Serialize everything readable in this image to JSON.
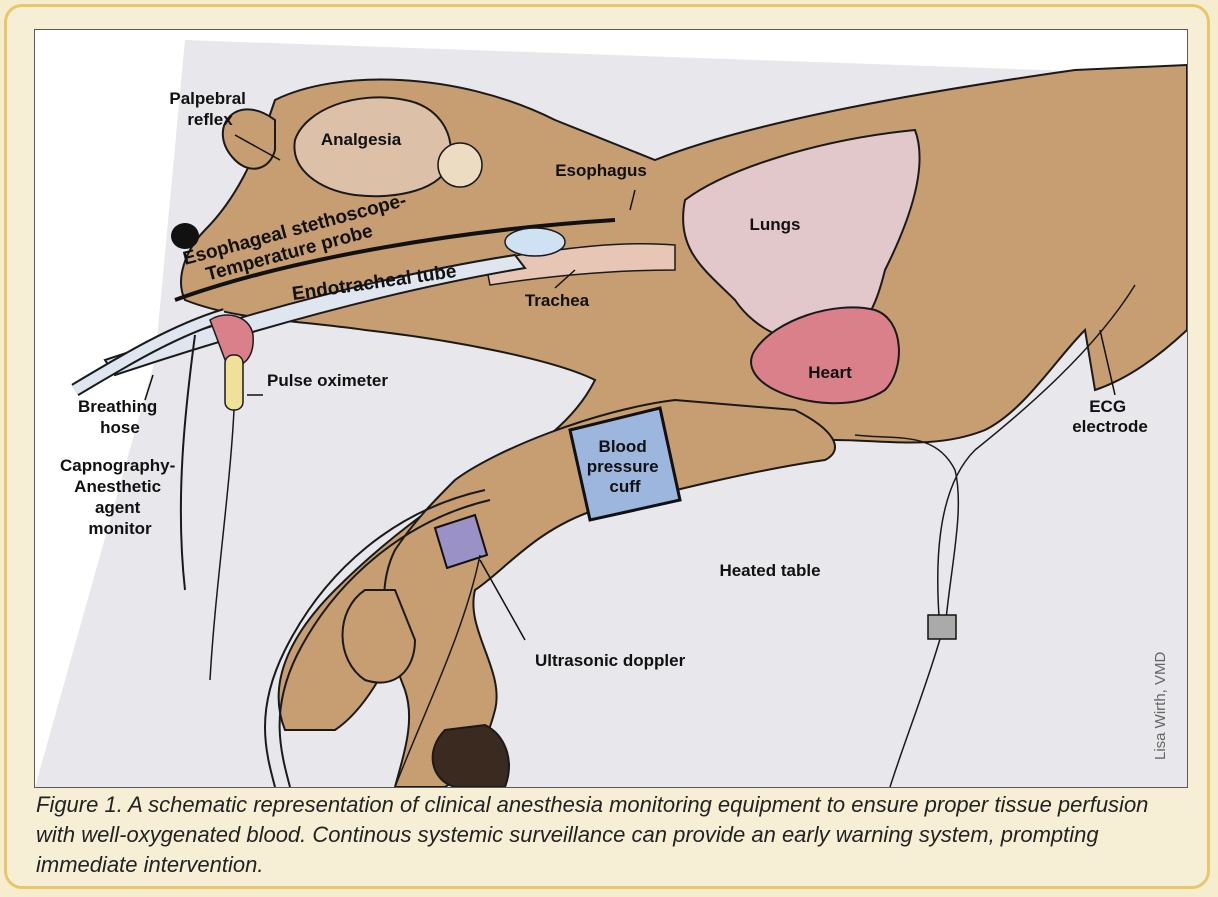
{
  "labels": {
    "palpebral_reflex": [
      "Palpebral",
      "reflex"
    ],
    "analgesia": "Analgesia",
    "esophagus": "Esophagus",
    "lungs": "Lungs",
    "esophageal_stethoscope": [
      "Esophageal stethoscope-",
      "Temperature probe"
    ],
    "endotracheal_tube": "Endotracheal tube",
    "trachea": "Trachea",
    "pulse_oximeter": "Pulse oximeter",
    "heart": "Heart",
    "breathing_hose": [
      "Breathing",
      "hose"
    ],
    "capnography": [
      "Capnography-",
      "Anesthetic",
      "agent",
      "monitor"
    ],
    "blood_pressure_cuff": [
      "Blood",
      "pressure",
      "cuff"
    ],
    "ecg_electrode": [
      "ECG",
      "electrode"
    ],
    "heated_table": "Heated table",
    "ultrasonic_doppler": "Ultrasonic doppler"
  },
  "credit": "Lisa Wirth, VMD",
  "caption": "Figure 1. A schematic representation of clinical anesthesia monitoring equipment to ensure proper tissue perfusion with well-oxygenated blood. Continous systemic surveillance can provide an early warning system, prompting immediate intervention.",
  "colors": {
    "dog_body": "#c79d72",
    "brain": "#ddc0a8",
    "lungs": "#e2c7cb",
    "heart": "#d9808a",
    "cuff": "#9db6de",
    "doppler": "#9a91c7",
    "oximeter": "#efe19a",
    "table": "#e6e6ea",
    "frame_border": "#e6c76a"
  }
}
